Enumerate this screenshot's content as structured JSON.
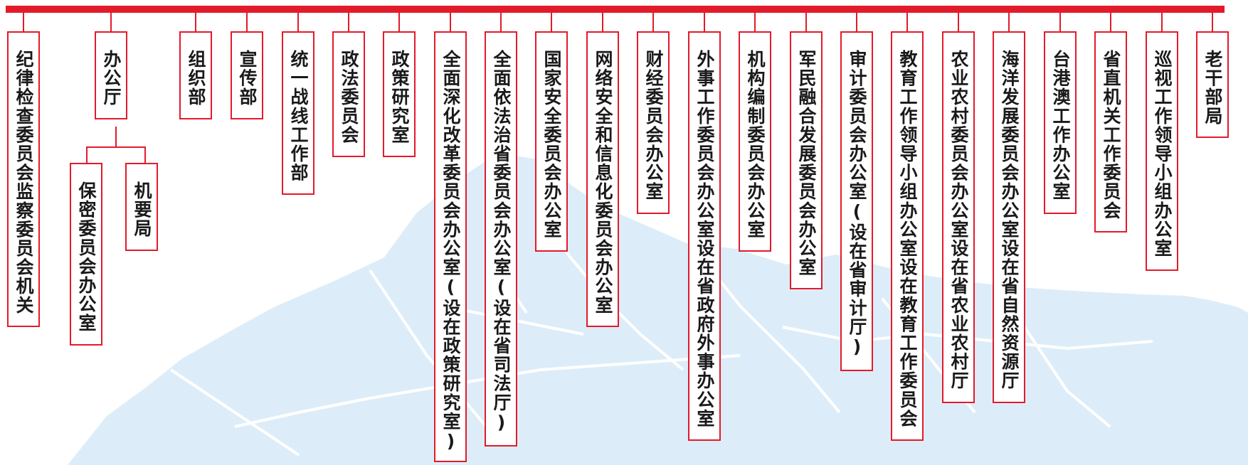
{
  "colors": {
    "accent": "#e21b2a",
    "text": "#1a1a1a",
    "map_fill": "#dcedf9"
  },
  "org_chart": {
    "units": [
      {
        "id": "jwjw",
        "label": "纪律检查委员会监察委员会机关"
      },
      {
        "id": "bgt",
        "label": "办公厅",
        "children": [
          {
            "id": "bmwyh",
            "label": "保密委员会办公室"
          },
          {
            "id": "jyj",
            "label": "机要局"
          }
        ]
      },
      {
        "id": "zzb",
        "label": "组织部"
      },
      {
        "id": "xcb",
        "label": "宣传部"
      },
      {
        "id": "tzb",
        "label": "统一战线工作部"
      },
      {
        "id": "zfw",
        "label": "政法委员会"
      },
      {
        "id": "zcys",
        "label": "政策研究室"
      },
      {
        "id": "shgg",
        "label": "全面深化改革委员会办公室(设在政策研究室)"
      },
      {
        "id": "yfzs",
        "label": "全面依法治省委员会办公室(设在省司法厅)"
      },
      {
        "id": "gjaq",
        "label": "国家安全委员会办公室"
      },
      {
        "id": "wlaq",
        "label": "网络安全和信息化委员会办公室"
      },
      {
        "id": "cjw",
        "label": "财经委员会办公室"
      },
      {
        "id": "wsgz",
        "label": "外事工作委员会办公室设在省政府外事办公室"
      },
      {
        "id": "jgbz",
        "label": "机构编制委员会办公室"
      },
      {
        "id": "jmrh",
        "label": "军民融合发展委员会办公室"
      },
      {
        "id": "sjw",
        "label": "审计委员会办公室(设在省审计厅)"
      },
      {
        "id": "jygz",
        "label": "教育工作领导小组办公室设在教育工作委员会"
      },
      {
        "id": "nync",
        "label": "农业农村委员会办公室设在省农业农村厅"
      },
      {
        "id": "hyfz",
        "label": "海洋发展委员会办公室设在省自然资源厅"
      },
      {
        "id": "tga",
        "label": "台港澳工作办公室"
      },
      {
        "id": "szjg",
        "label": "省直机关工作委员会"
      },
      {
        "id": "xsgz",
        "label": "巡视工作领导小组办公室"
      },
      {
        "id": "lgb",
        "label": "老干部局"
      }
    ]
  }
}
